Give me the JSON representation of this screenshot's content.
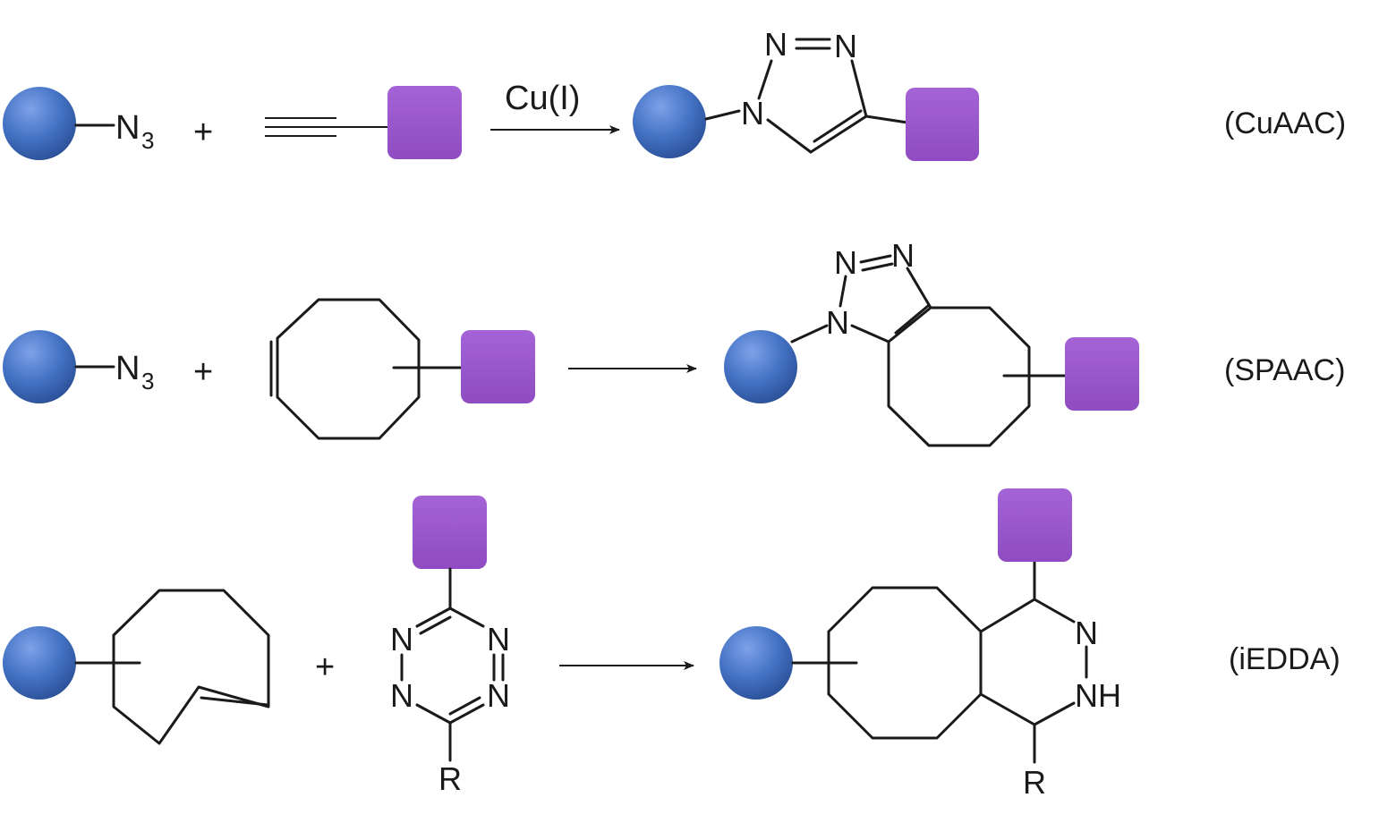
{
  "colors": {
    "sphere": "#4472C4",
    "sphere_light": "#7da2e8",
    "sphere_dark": "#2a4f96",
    "square": "#9955CC",
    "square_edge": "#8648b8"
  },
  "symbols": {
    "azide_N": "N",
    "azide_sub": "3",
    "plus": "+",
    "N": "N",
    "NH": "NH",
    "R": "R"
  },
  "reactions": [
    {
      "id": "cuaac",
      "catalyst": "Cu(I)",
      "label": "(CuAAC)"
    },
    {
      "id": "spaac",
      "catalyst": "",
      "label": "(SPAAC)"
    },
    {
      "id": "iedda",
      "catalyst": "",
      "label": "(iEDDA)"
    }
  ]
}
